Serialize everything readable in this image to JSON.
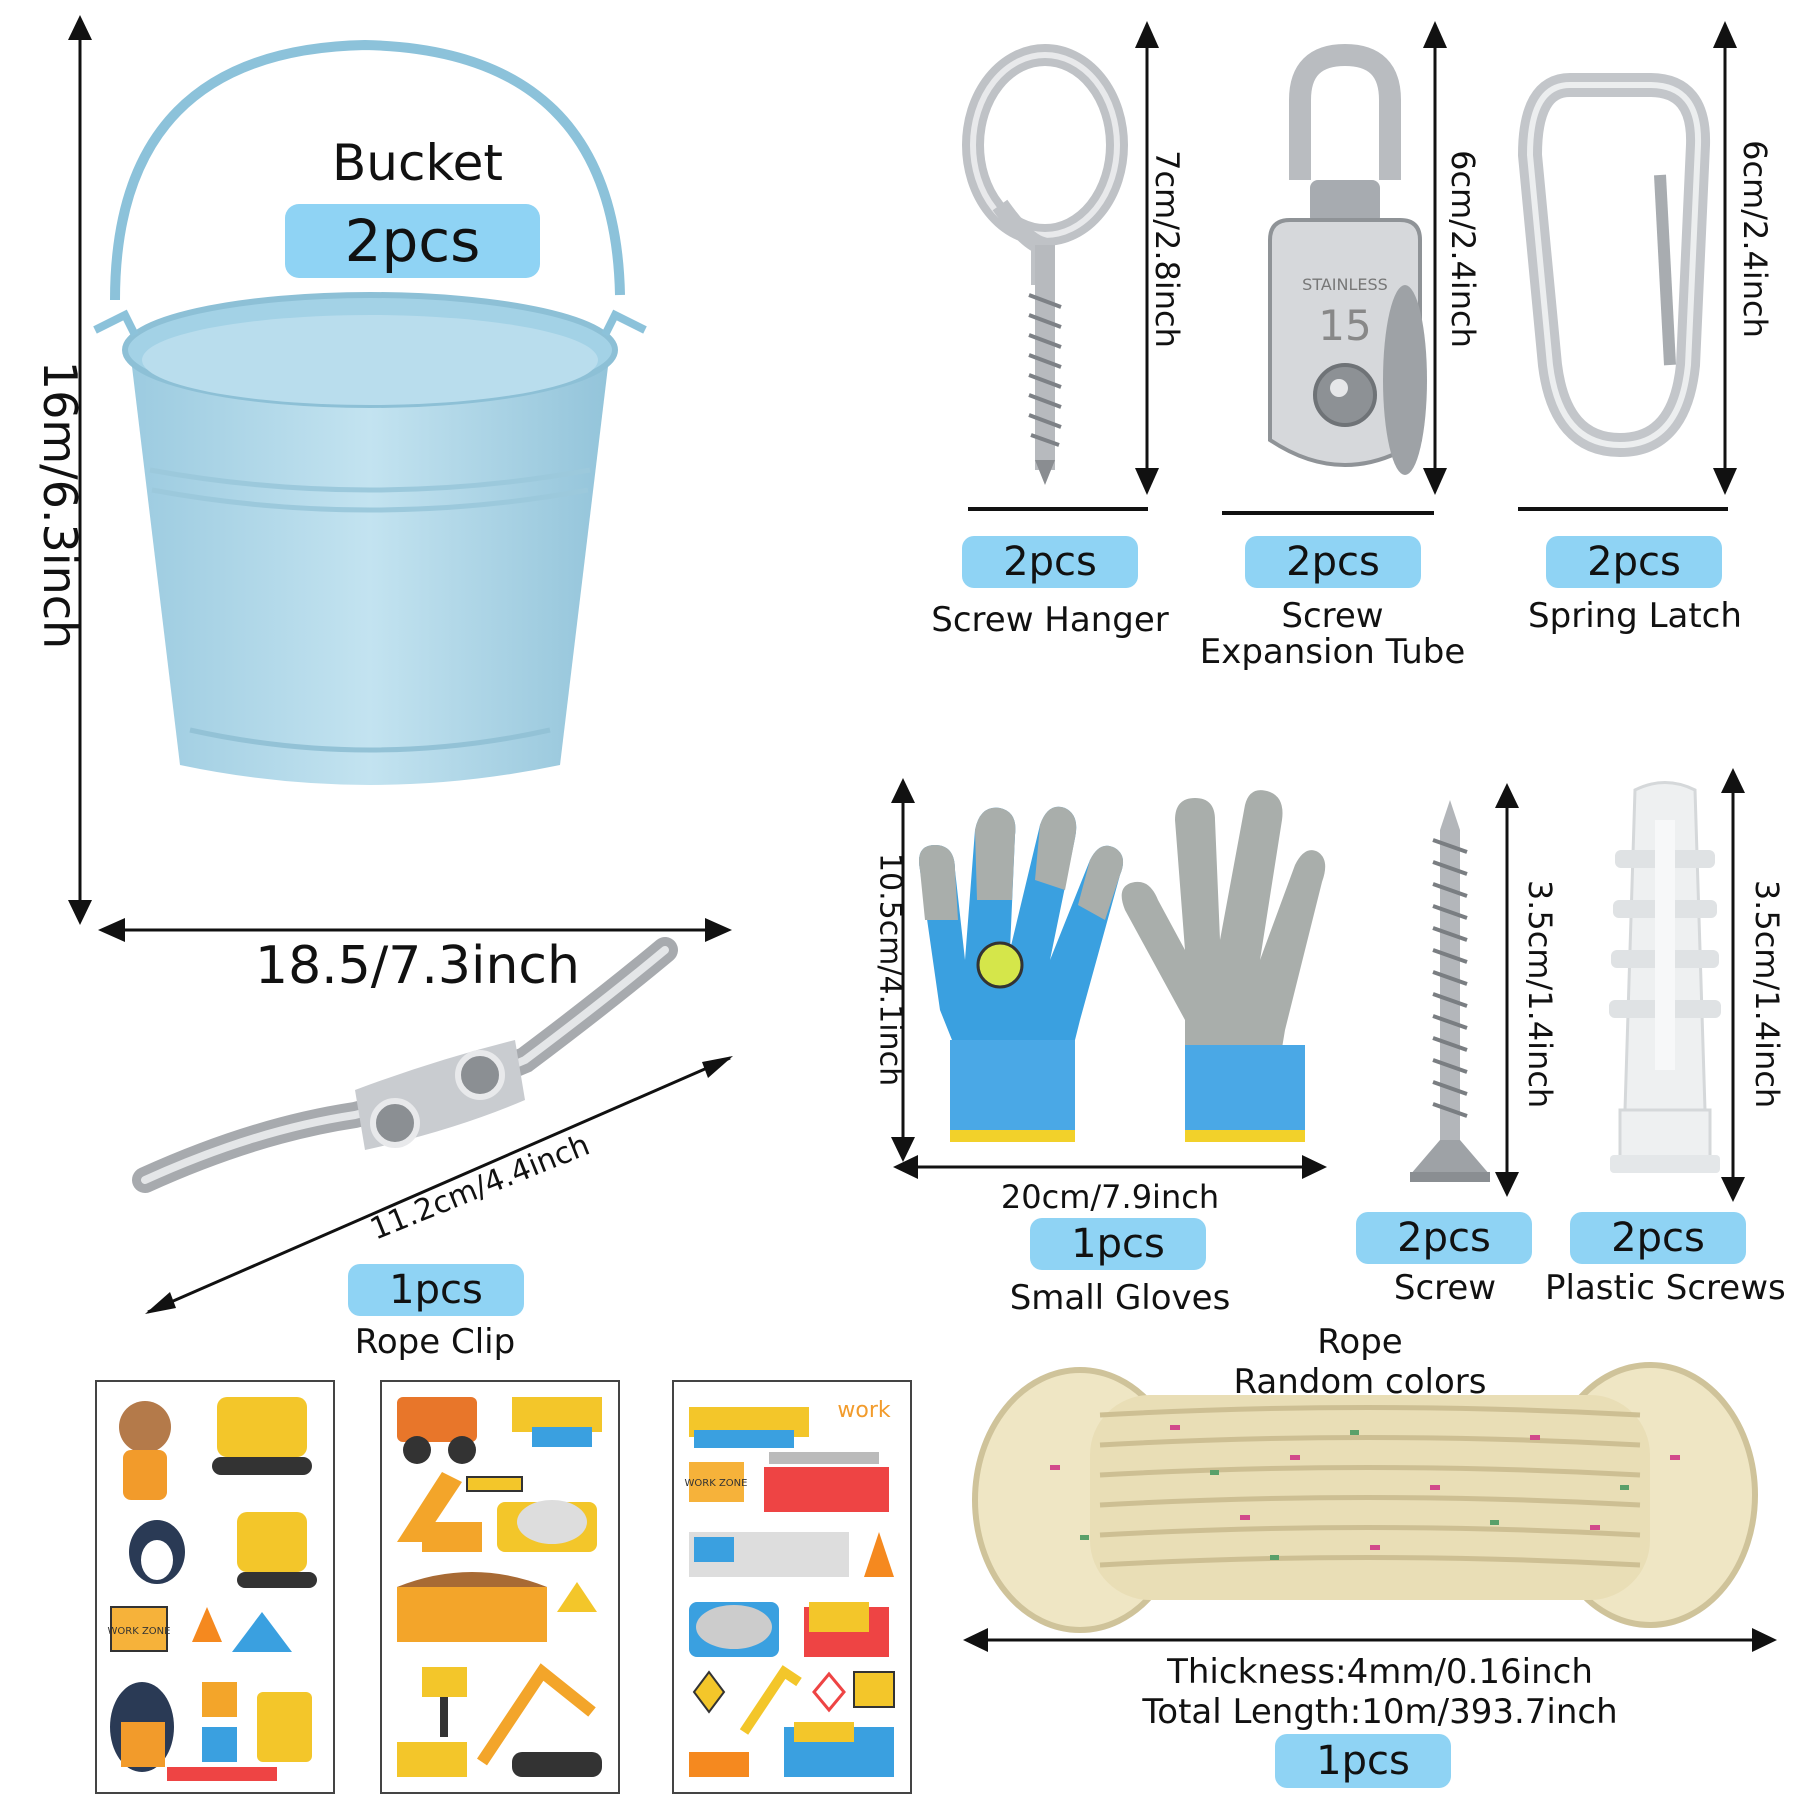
{
  "bucket": {
    "name": "Bucket",
    "qty": "2pcs",
    "height_dim": "16m/6.3inch",
    "width_dim": "18.5/7.3inch",
    "color": "#a7d4e6"
  },
  "screw_hanger": {
    "qty": "2pcs",
    "name": "Screw Hanger",
    "dim": "7cm/2.8inch"
  },
  "expansion_tube": {
    "qty": "2pcs",
    "name_line1": "Screw",
    "name_line2": "Expansion Tube",
    "dim": "6cm/2.4inch",
    "engraving_text": "STAINLESS",
    "engraving_num": "15"
  },
  "spring_latch": {
    "qty": "2pcs",
    "name": "Spring Latch",
    "dim": "6cm/2.4inch"
  },
  "rope_clip": {
    "qty": "1pcs",
    "name": "Rope Clip",
    "dim": "11.2cm/4.4inch"
  },
  "gloves": {
    "qty": "1pcs",
    "name": "Small Gloves",
    "height_dim": "10.5cm/4.1inch",
    "width_dim": "20cm/7.9inch"
  },
  "screw": {
    "qty": "2pcs",
    "name": "Screw",
    "dim": "3.5cm/1.4inch"
  },
  "plastic_screws": {
    "qty": "2pcs",
    "name": "Plastic Screws",
    "dim": "3.5cm/1.4inch"
  },
  "rope": {
    "name_line1": "Rope",
    "name_line2": "Random colors",
    "thickness": "Thickness:4mm/0.16inch",
    "length": "Total Length:10m/393.7inch",
    "qty": "1pcs"
  },
  "stickers": {
    "sheet3_word": "work",
    "sheet3_sign": "WORK ZONE",
    "sheet1_sign": "WORK ZONE"
  },
  "colors": {
    "badge": "#8fd3f4",
    "metal": "#c9ccd0",
    "glove_blue": "#3aa0e0",
    "glove_grey": "#a9aeab"
  }
}
